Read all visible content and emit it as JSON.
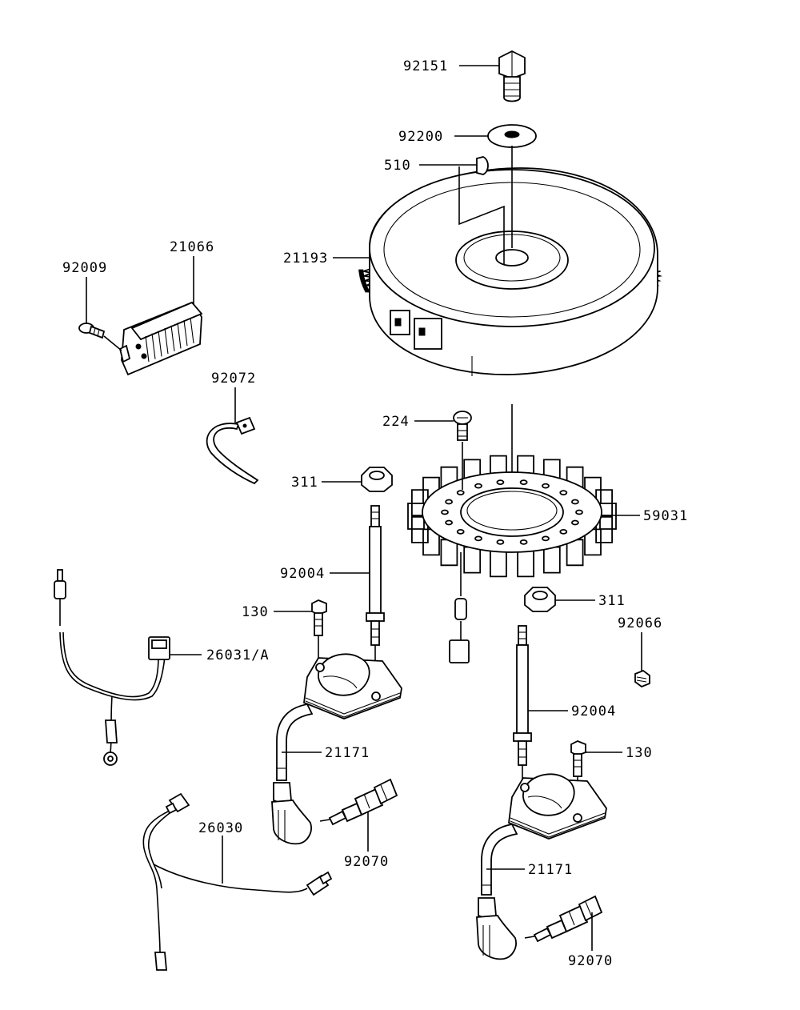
{
  "diagram": {
    "labels": {
      "p92151": "92151",
      "p92200": "92200",
      "p510": "510",
      "p21193": "21193",
      "p21066": "21066",
      "p92009": "92009",
      "p92072": "92072",
      "p224": "224",
      "p311a": "311",
      "p59031": "59031",
      "p92004a": "92004",
      "p311b": "311",
      "p92066": "92066",
      "p130a": "130",
      "p26031": "26031/A",
      "p21171a": "21171",
      "p92004b": "92004",
      "p130b": "130",
      "p26030": "26030",
      "p92070a": "92070",
      "p21171b": "21171",
      "p92070b": "92070"
    }
  }
}
